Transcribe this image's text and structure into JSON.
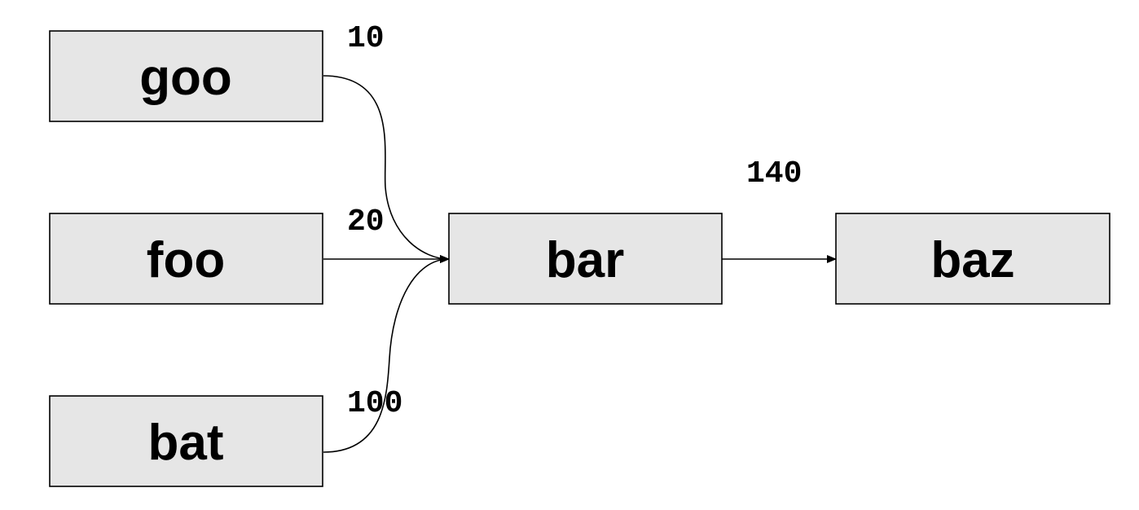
{
  "nodes": {
    "goo": {
      "label": "goo"
    },
    "foo": {
      "label": "foo"
    },
    "bat": {
      "label": "bat"
    },
    "bar": {
      "label": "bar"
    },
    "baz": {
      "label": "baz"
    }
  },
  "edges": {
    "goo_bar": {
      "from": "goo",
      "to": "bar",
      "label": "10"
    },
    "foo_bar": {
      "from": "foo",
      "to": "bar",
      "label": "20"
    },
    "bat_bar": {
      "from": "bat",
      "to": "bar",
      "label": "100"
    },
    "bar_baz": {
      "from": "bar",
      "to": "baz",
      "label": "140"
    }
  },
  "colors": {
    "node_fill": "#e6e6e6",
    "stroke": "#000000",
    "background": "#ffffff"
  }
}
